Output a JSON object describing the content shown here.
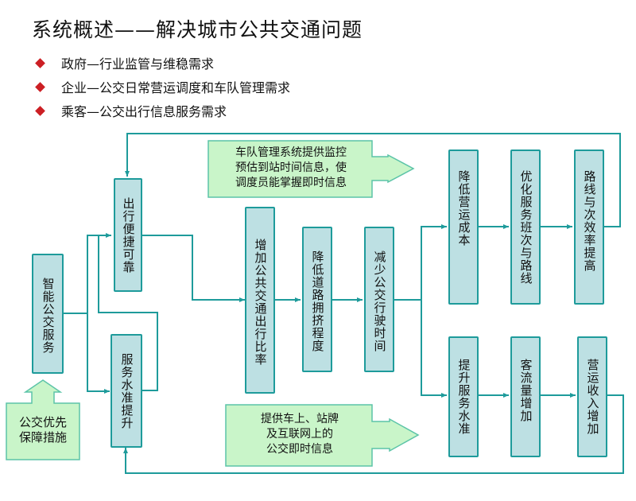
{
  "title": "系统概述——解决城市公共交通问题",
  "bullets": [
    {
      "icon": "red-diamond-icon",
      "text": "政府—行业监管与维稳需求"
    },
    {
      "icon": "red-diamond-icon",
      "text": "企业—公交日常营运调度和车队管理需求"
    },
    {
      "icon": "red-diamond-icon",
      "text": "乘客—公交出行信息服务需求"
    }
  ],
  "colors": {
    "box_fill": "#bde0e3",
    "box_border": "#1e9b9b",
    "note_fill": "#c9f5c9",
    "note_border": "#5cc4a8",
    "connector": "#1e9b9b",
    "bullet": "#cc1f24"
  },
  "nodes": {
    "smart_bus": "智能公交服务",
    "convenient": "出行便捷可靠",
    "service_level": "服务水准提升",
    "increase_share": "增加公共交通出行比率",
    "reduce_congestion": "降低道路拥挤程度",
    "reduce_travel_time": "减少公交行驶时间",
    "reduce_cost": "降低营运成本",
    "optimize_schedule": "优化服务班次与路线",
    "route_efficiency": "路线与次效率提高",
    "improve_service": "提升服务水准",
    "ridership_up": "客流量增加",
    "revenue_up": "营运收入增加"
  },
  "notes": {
    "priority": "公交优先\n保障措施",
    "fleet_mgmt": "车队管理系统提供监控\n预估到站时间信息，使\n调度员能掌握即时信息",
    "passenger_info": "提供车上、站牌\n及互联网上的\n公交即时信息"
  }
}
